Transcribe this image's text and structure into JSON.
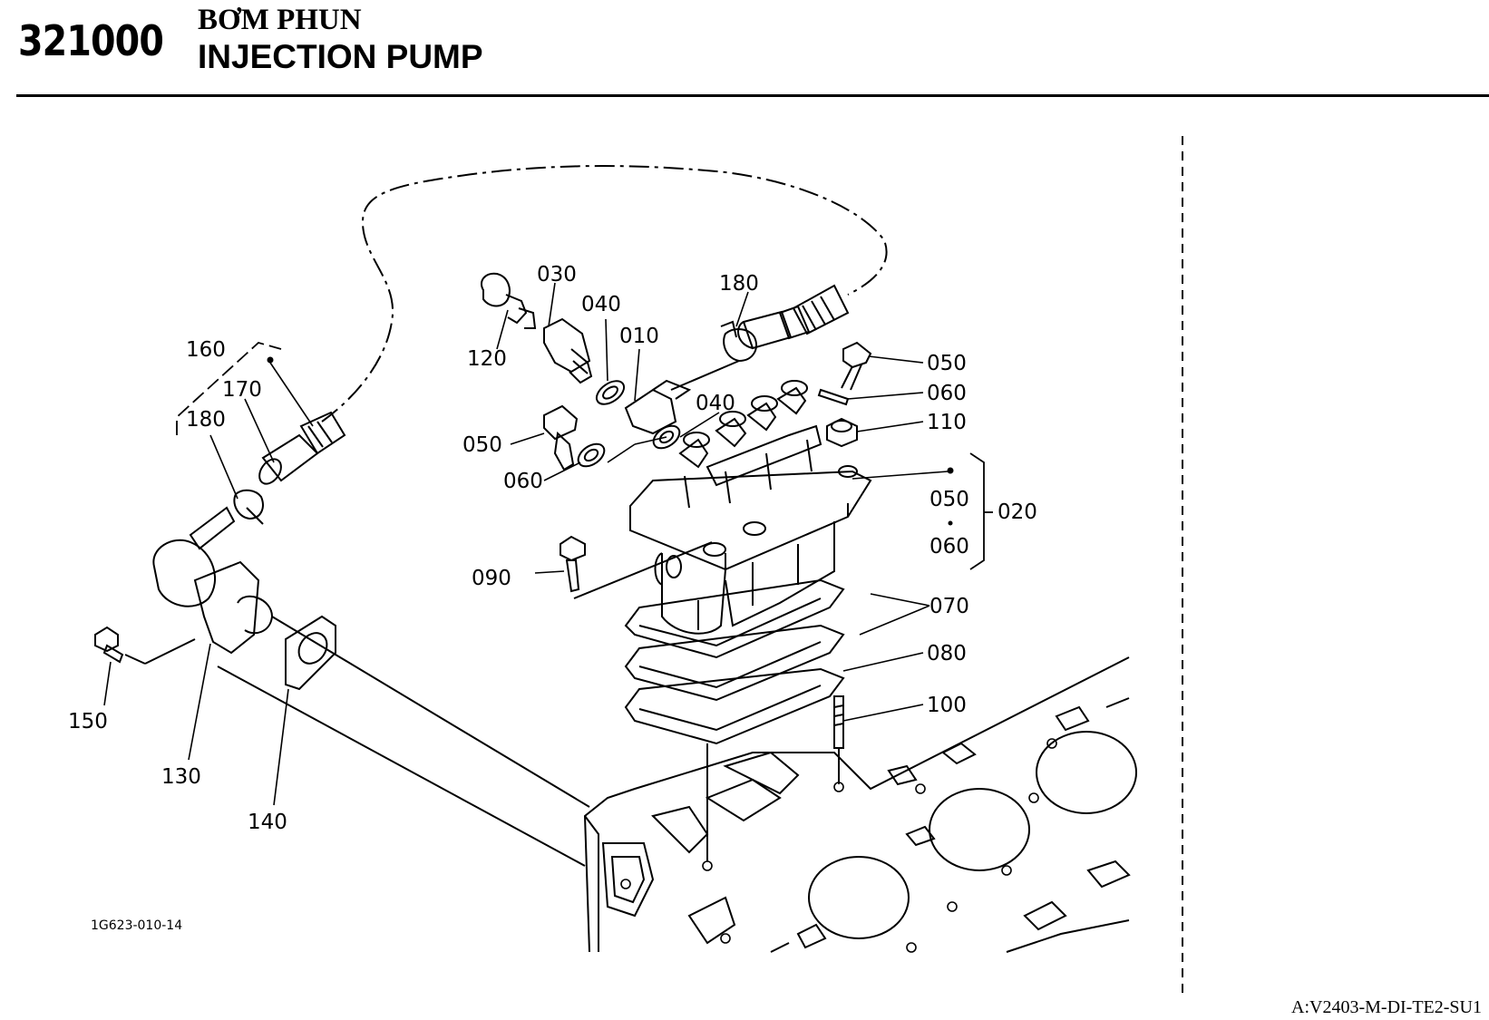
{
  "header": {
    "code": "321000",
    "title_vn": "BƠM PHUN",
    "title_en": "INJECTION PUMP"
  },
  "diagram": {
    "figure_number": "1G623-010-14",
    "labels": {
      "p030": "030",
      "p040a": "040",
      "p010": "010",
      "p180a": "180",
      "p120": "120",
      "p050a": "050",
      "p060a": "060",
      "p110": "110",
      "p040b": "040",
      "p050b": "050",
      "p060b": "060",
      "p050c": "050",
      "p020": "020",
      "p060c": "060",
      "p090": "090",
      "p070": "070",
      "p080": "080",
      "p100": "100",
      "p160": "160",
      "p170": "170",
      "p180b": "180",
      "p150": "150",
      "p130": "130",
      "p140": "140"
    }
  },
  "footer": {
    "reference": "A:V2403-M-DI-TE2-SU1"
  }
}
